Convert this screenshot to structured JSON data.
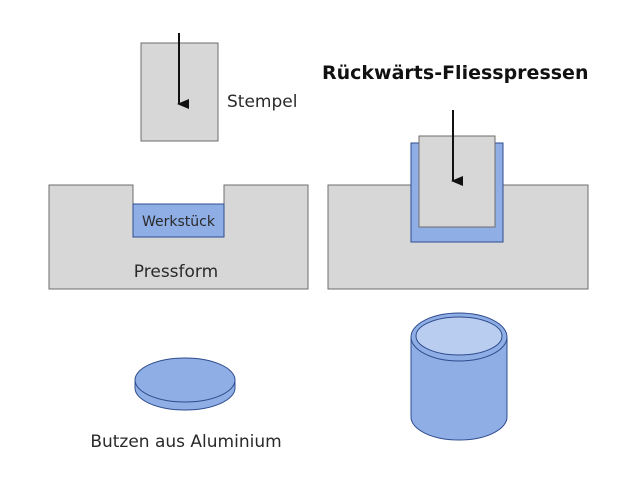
{
  "labels": {
    "stempel": "Stempel",
    "werkstueck": "Werkstück",
    "pressform": "Pressform",
    "butzen": "Butzen aus Aluminium",
    "title": "Rückwärts-Fliesspressen"
  },
  "colors": {
    "gray_fill": "#d7d7d7",
    "gray_stroke": "#6e6e6e",
    "blue_fill": "#8eaee5",
    "blue_stroke": "#2f4c8e",
    "blue_light": "#b9cdf0",
    "arrow": "#111111"
  }
}
